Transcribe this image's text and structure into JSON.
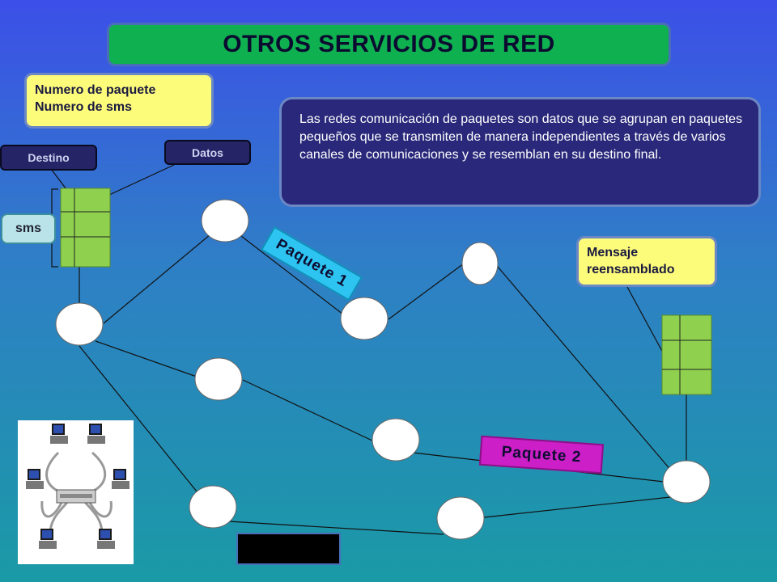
{
  "slide": {
    "title": "OTROS SERVICIOS DE RED",
    "note_top": {
      "line1": "Numero de paquete",
      "line2": "Numero de sms"
    },
    "info_text": "Las redes comunicación de paquetes son datos que se agrupan en paquetes pequeños que se transmiten de manera independientes a través de varios canales de comunicaciones y se resemblan en su destino final.",
    "labels": {
      "destino": "Destino",
      "datos": "Datos",
      "sms": "sms",
      "packet_1": "Paquete 1",
      "packet_2": "Paquete 2"
    },
    "note_right": {
      "line1": "Mensaje",
      "line2": "reensamblado"
    }
  },
  "colors": {
    "title_banner": "#0fb04f",
    "note_yellow": "#fdfb7a",
    "info_box": "#29287a",
    "packet_1": "#2ec4f2",
    "packet_2": "#cc1fc7",
    "grid_green": "#8fd14f",
    "node": "#ffffff"
  }
}
